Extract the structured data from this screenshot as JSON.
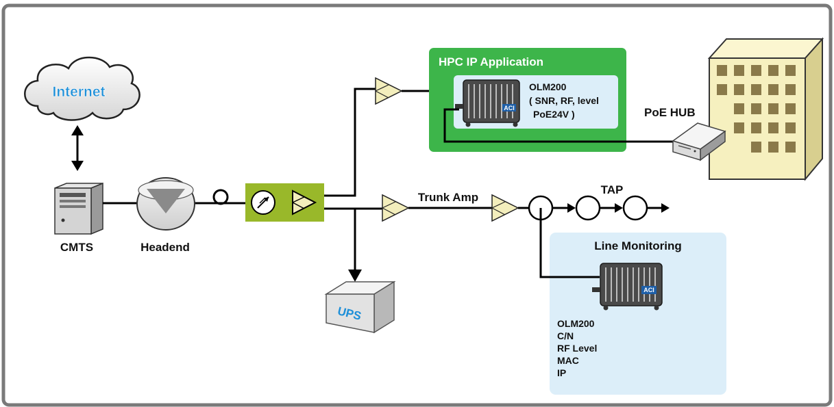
{
  "colors": {
    "frame": "#7a7a7a",
    "hpc_box": "#3db54a",
    "panel_light_blue": "#dceef9",
    "node_olive": "#99b82a",
    "amp_fill": "#f3eebc",
    "building": "#f6f0bf",
    "internet_text": "#1d8fd8",
    "ups_text": "#1d8fd8"
  },
  "diagram": {
    "internet": "Internet",
    "cmts": "CMTS",
    "headend": "Headend",
    "ups": "UPS",
    "trunk_amp": "Trunk Amp",
    "tap": "TAP",
    "poe_hub": "PoE HUB",
    "hpc": {
      "title": "HPC IP Application",
      "device_logo": "ACI",
      "desc": [
        "OLM200",
        "( SNR, RF, level",
        "PoE24V )"
      ]
    },
    "line_monitoring": {
      "title": "Line Monitoring",
      "device_logo": "ACI",
      "desc": [
        "OLM200",
        "C/N",
        "RF Level",
        "MAC",
        "IP"
      ]
    }
  }
}
